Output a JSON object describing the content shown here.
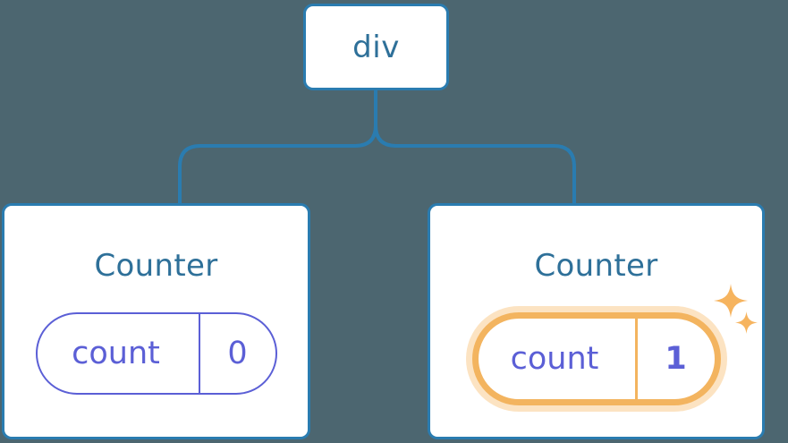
{
  "diagram": {
    "type": "component-tree",
    "background_color": "#4c6670",
    "node_border_color": "#2a7cb0",
    "node_text_color": "#2e7099",
    "state_color": "#5b5fd6",
    "highlight_color": "#f3b45f",
    "highlight_glow_color": "#fbddb0",
    "connector_color": "#2a7cb0"
  },
  "root": {
    "label": "div"
  },
  "children": [
    {
      "title": "Counter",
      "state": {
        "key": "count",
        "value": "0"
      },
      "highlighted": false,
      "sparkles": false
    },
    {
      "title": "Counter",
      "state": {
        "key": "count",
        "value": "1"
      },
      "highlighted": true,
      "sparkles": true,
      "sparkle_icons": [
        "sparkle-large-icon",
        "sparkle-small-icon"
      ]
    }
  ]
}
